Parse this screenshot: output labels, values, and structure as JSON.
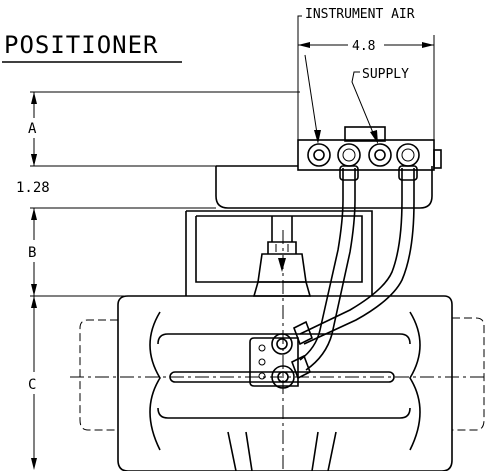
{
  "title": "POSITIONER",
  "callouts": {
    "instrument_air": "INSTRUMENT AIR",
    "supply": "SUPPLY"
  },
  "dimensions": {
    "width_value": "4.8",
    "a_label": "A",
    "b_label": "B",
    "c_label": "C",
    "height_value": "1.28"
  }
}
